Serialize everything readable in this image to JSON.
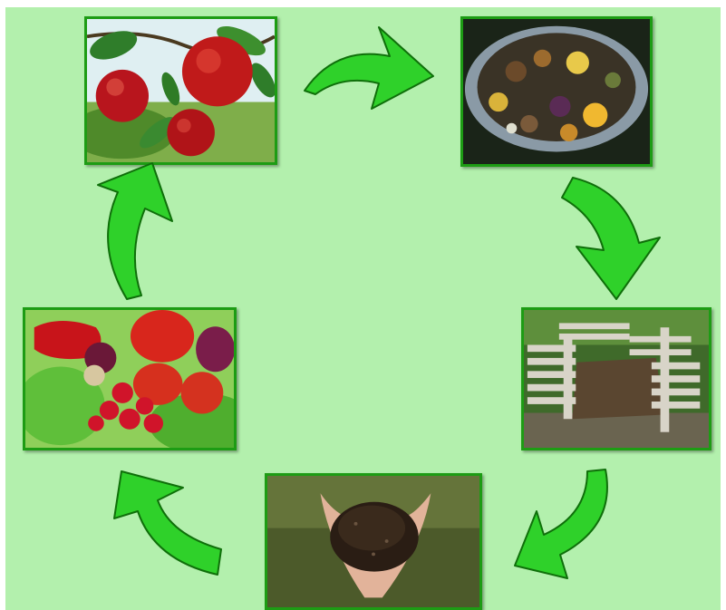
{
  "diagram": {
    "background_color": "#b3f0ad",
    "frame_color": "#1d9c14",
    "arrow_color": "#2fd12a",
    "arrow_edge_color": "#0f6f0a",
    "steps": [
      {
        "name": "apples-on-tree",
        "depicts": "apple-tree-icon"
      },
      {
        "name": "food-scraps-bin",
        "depicts": "kitchen-scraps-icon"
      },
      {
        "name": "wooden-compost-bin",
        "depicts": "compost-bin-icon"
      },
      {
        "name": "compost-in-hands",
        "depicts": "soil-hands-icon"
      },
      {
        "name": "fresh-vegetables",
        "depicts": "vegetables-icon"
      }
    ]
  }
}
